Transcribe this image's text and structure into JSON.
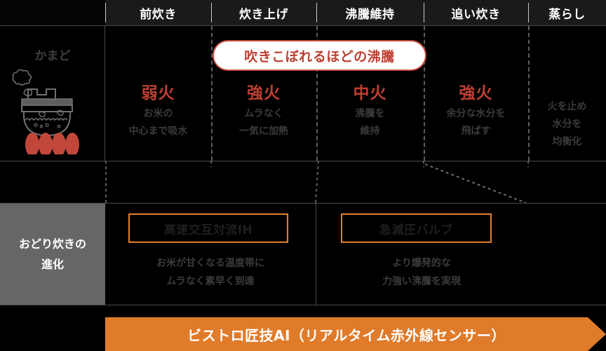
{
  "header": {
    "stages": [
      {
        "label": "前炊き"
      },
      {
        "label": "炊き上げ"
      },
      {
        "label": "沸騰維持"
      },
      {
        "label": "追い炊き"
      },
      {
        "label": "蒸らし"
      }
    ]
  },
  "kamado_row": {
    "row_label": "かまど",
    "icon": "kamado-stove-icon",
    "badge": {
      "text": "吹きこぼれるほどの沸騰",
      "border_color": "#c4493c",
      "text_color": "#bf4032",
      "background": "#ffffff"
    },
    "stages": [
      {
        "flame": "弱火",
        "flame_highlight": true,
        "desc_line1": "お米の",
        "desc_line2": "中心まで吸水"
      },
      {
        "flame": "強火",
        "flame_highlight": true,
        "desc_line1": "ムラなく",
        "desc_line2": "一気に加熱"
      },
      {
        "flame": "中火",
        "flame_highlight": true,
        "desc_line1": "沸騰を",
        "desc_line2": "維持"
      },
      {
        "flame": "強火",
        "flame_highlight": true,
        "desc_line1": "余分な水分を",
        "desc_line2": "飛ばす"
      },
      {
        "flame": "",
        "flame_highlight": false,
        "desc_line1": "火を止め",
        "desc_line2": "水分を",
        "desc_line3": "均衡化"
      }
    ]
  },
  "evolution_row": {
    "row_label_line1": "おどり炊きの",
    "row_label_line2": "進化",
    "items": [
      {
        "title": "高速交互対流IH",
        "desc_line1": "お米が甘くなる温度帯に",
        "desc_line2": "ムラなく素早く到達"
      },
      {
        "title": "急減圧バルブ",
        "desc_line1": "より爆発的な",
        "desc_line2": "力強い沸騰を実現"
      }
    ]
  },
  "footer_bar": {
    "label": "ビストロ匠技AI（リアルタイム赤外線センサー）",
    "color": "#e07b2a"
  },
  "colors": {
    "background": "#000000",
    "header_bar": "#1a1a1a",
    "accent_red": "#bf4032",
    "accent_orange": "#e07b2a",
    "muted_text": "#3b3b3b",
    "gray_label": "#666666"
  }
}
